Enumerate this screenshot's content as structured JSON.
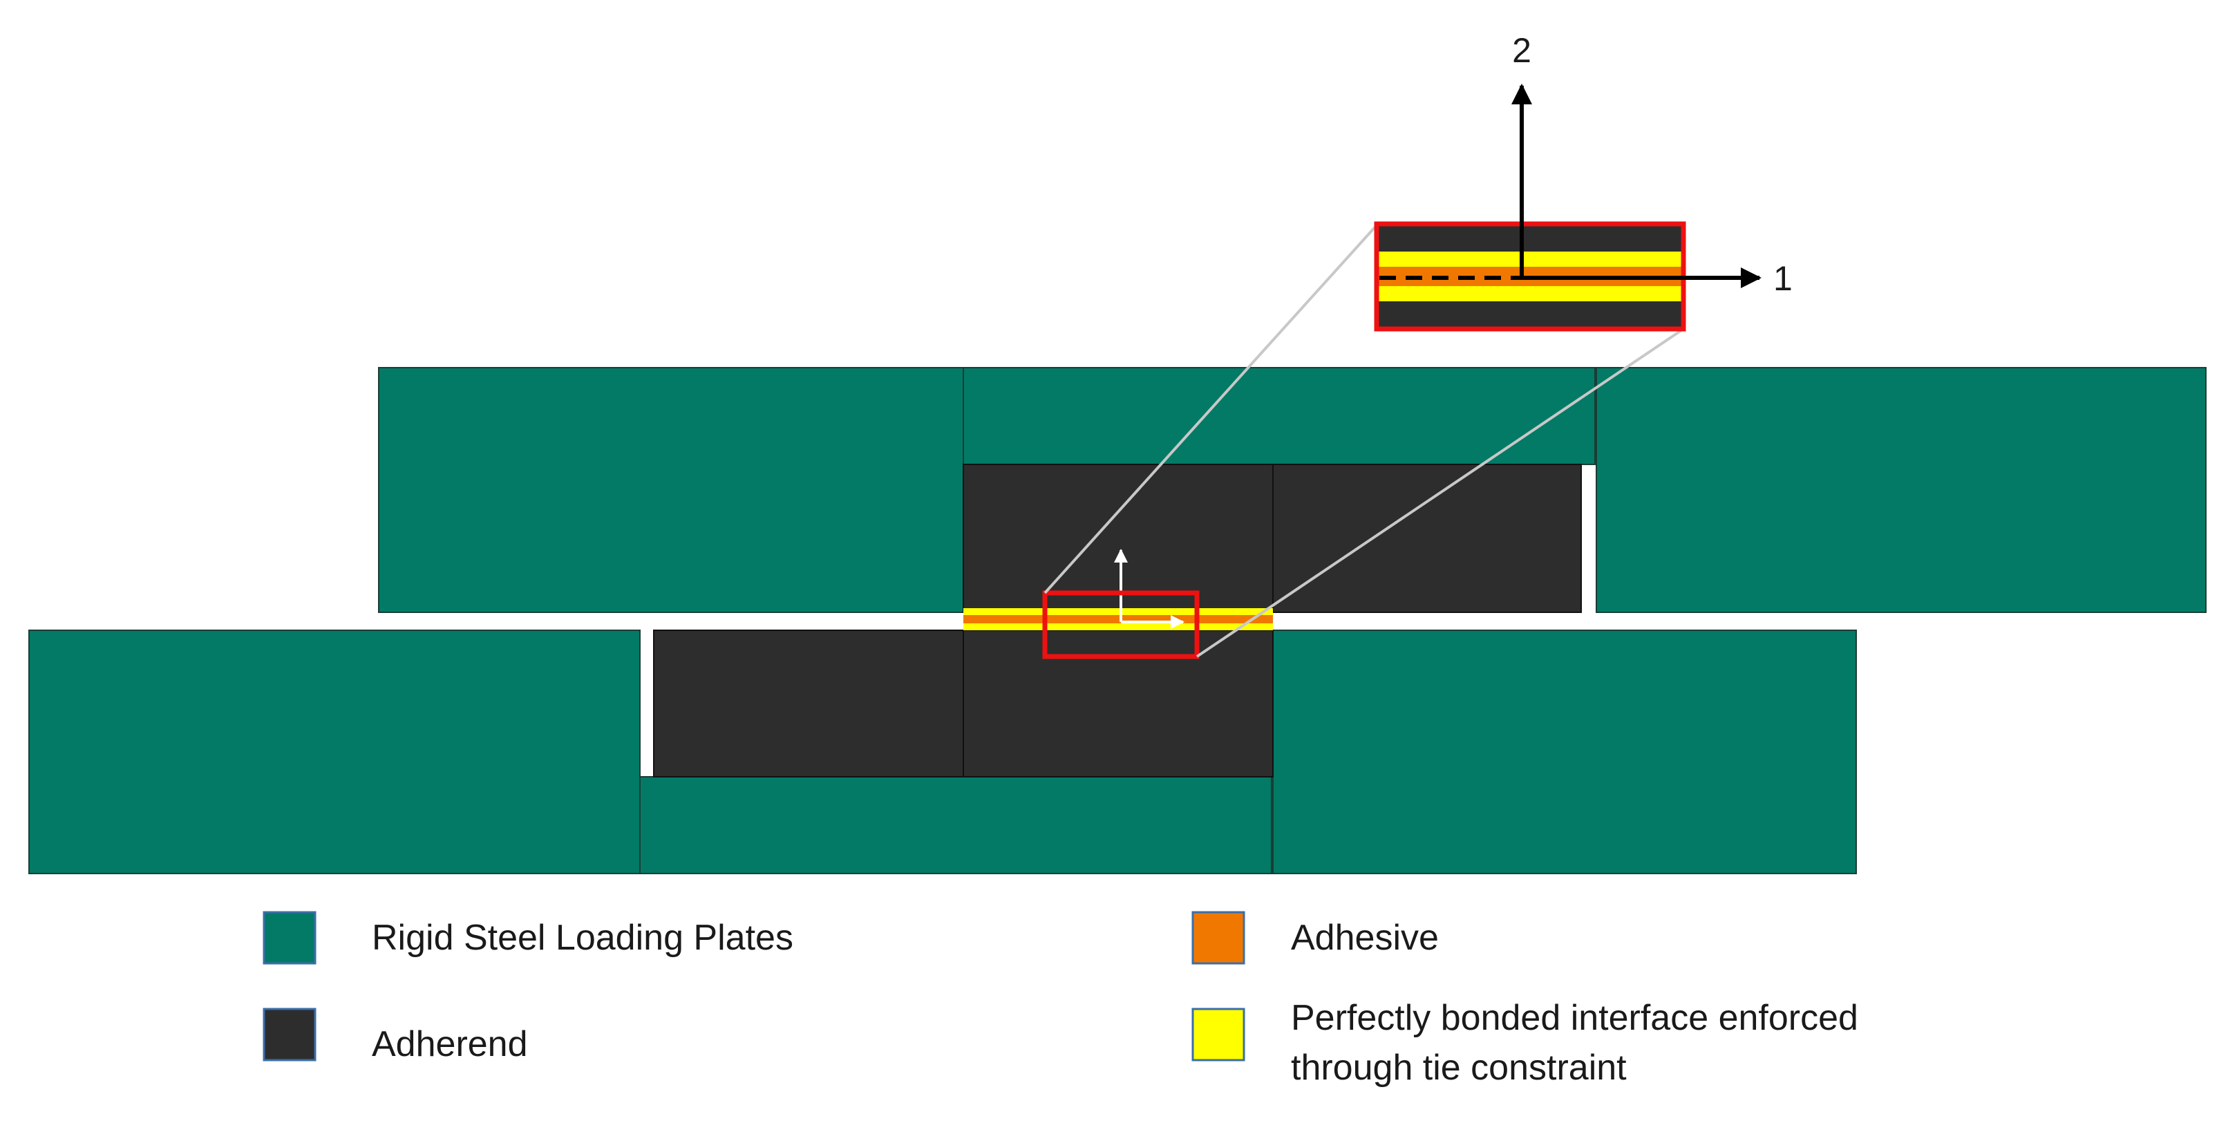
{
  "colors": {
    "plate": "#027a66",
    "adherend": "#2d2d2d",
    "adhesive": "#f07800",
    "interface": "#ffff00",
    "callout": "#ee1111",
    "swatch_border": "#3b6ea8"
  },
  "axes": {
    "axis_1_label": "1",
    "axis_2_label": "2"
  },
  "legend": {
    "plates": "Rigid Steel Loading Plates",
    "adherend": "Adherend",
    "adhesive": "Adhesive",
    "interface_line1": "Perfectly bonded interface enforced",
    "interface_line2": "through tie constraint"
  }
}
